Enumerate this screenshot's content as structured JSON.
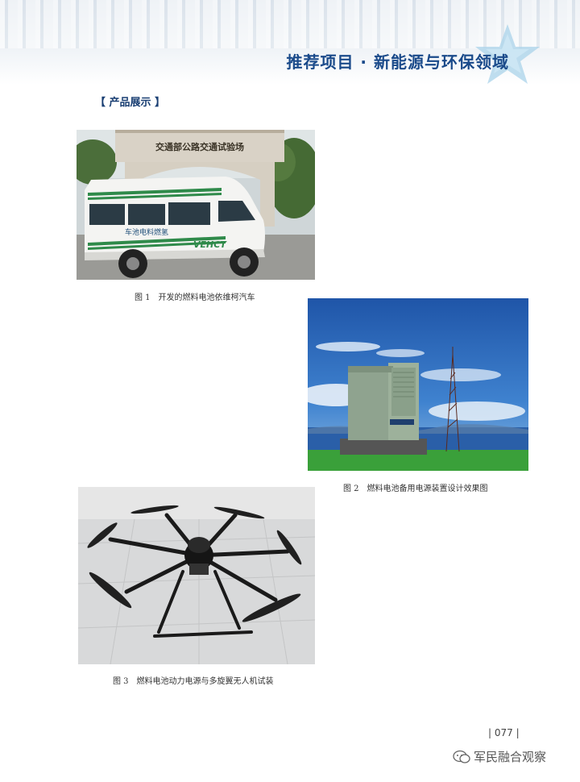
{
  "header": {
    "title": "推荐项目 · 新能源与环保领域"
  },
  "section": {
    "heading": "【 产品展示 】"
  },
  "figures": [
    {
      "caption": "图 1　开发的燃料电池依维柯汽车",
      "van_sign": "交通部公路交通试验场",
      "van_side_text": "车池电料燃氢",
      "van_logo": "VEHCT"
    },
    {
      "caption": "图 2　燃料电池备用电源装置设计效果图"
    },
    {
      "caption": "图 3　燃料电池动力电源与多旋翼无人机试装"
    }
  ],
  "footer": {
    "page_number": "| 077 |",
    "watermark": "军民融合观察"
  },
  "colors": {
    "title_blue": "#1a4a8a",
    "heading_blue": "#1a3f73",
    "van_stripe_green": "#2f8a4a",
    "sky_blue": "#2e6fc0",
    "grass_green": "#3aa03a"
  }
}
